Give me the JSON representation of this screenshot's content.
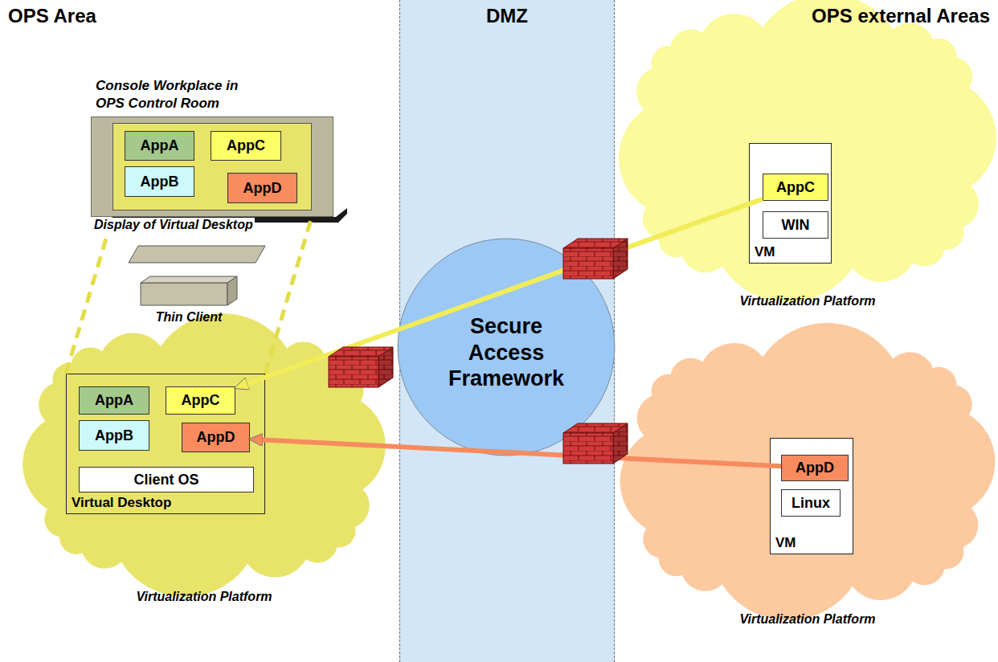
{
  "diagram": {
    "nodes": [
      {
        "text": [
          "Console Workplace in OPS Control Room",
          "Display of Virtual Desktop"
        ]
      },
      {
        "text": [
          "AppA"
        ],
        "in": 0
      },
      {
        "text": [
          "AppC"
        ],
        "in": 0
      },
      {
        "text": [
          "AppB"
        ],
        "in": 0
      },
      {
        "text": [
          "AppD"
        ],
        "in": 0
      },
      {
        "text": [
          "Thin Client"
        ]
      },
      {
        "text": [
          "Virtualization Platform"
        ]
      },
      {
        "text": [
          "Virtual Desktop"
        ],
        "in": 6
      },
      {
        "text": [
          "AppA"
        ],
        "in": 7
      },
      {
        "text": [
          "AppC"
        ],
        "in": 7
      },
      {
        "text": [
          "AppB"
        ],
        "in": 7
      },
      {
        "text": [
          "AppD"
        ],
        "in": 7
      },
      {
        "text": [
          "Client OS"
        ],
        "in": 7
      },
      {
        "text": [
          "DMZ"
        ]
      },
      {
        "text": [
          "Secure Access Framework"
        ]
      },
      {
        "text": [
          "Virtualization Platform"
        ]
      },
      {
        "text": [
          "VM"
        ],
        "in": 15
      },
      {
        "text": [
          "AppC"
        ],
        "in": 16
      },
      {
        "text": [
          "WIN"
        ],
        "in": 16
      },
      {
        "text": [
          "Virtualization Platform"
        ]
      },
      {
        "text": [
          "VM"
        ],
        "in": 19
      },
      {
        "text": [
          "AppD"
        ],
        "in": 20
      },
      {
        "text": [
          "Linux"
        ],
        "in": 20
      }
    ],
    "edges": [
      {
        "from": 17,
        "to": 9,
        "arrow": "to"
      },
      {
        "from": 21,
        "to": 11,
        "arrow": "to"
      },
      {
        "from": 7,
        "to": 0,
        "arrow": "none"
      }
    ],
    "labels": [
      "OPS Area",
      "OPS external Areas"
    ]
  }
}
